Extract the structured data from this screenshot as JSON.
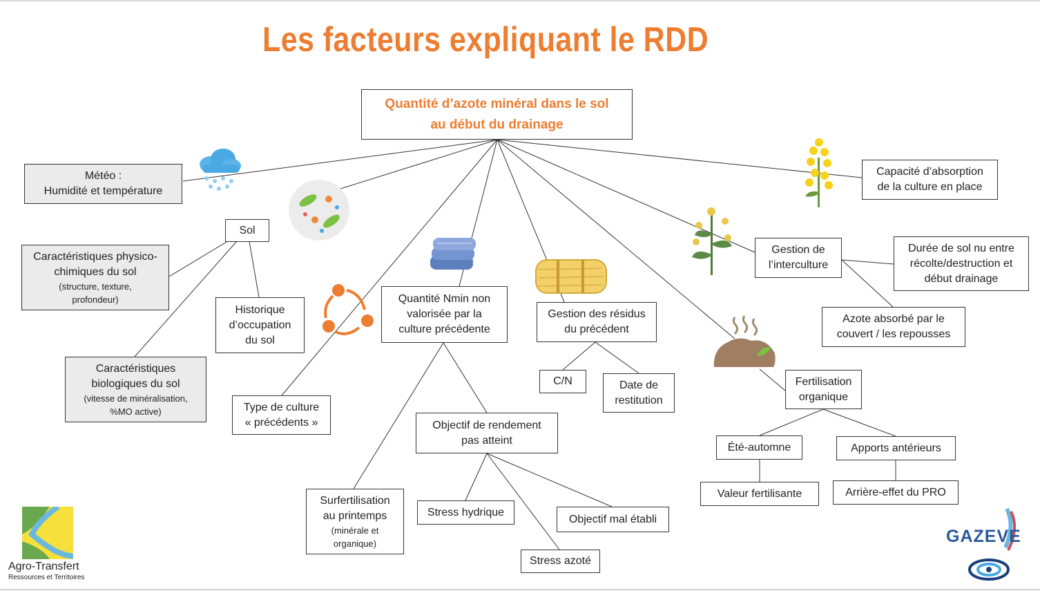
{
  "title": "Les facteurs expliquant le RDD",
  "root": {
    "line1": "Quantité d’azote minéral dans le sol",
    "line2": "au début du drainage"
  },
  "meteo": {
    "line1": "Météo :",
    "line2": "Humidité et température"
  },
  "sol": "Sol",
  "physico": {
    "line1": "Caractéristiques physico-",
    "line2": "chimiques du sol",
    "note1": "(structure, texture,",
    "note2": "profondeur)"
  },
  "historique": {
    "line1": "Historique",
    "line2": "d’occupation",
    "line3": "du sol"
  },
  "biologiques": {
    "line1": "Caractéristiques",
    "line2": "biologiques du sol",
    "note1": "(vitesse de minéralisation,",
    "note2": "%MO active)"
  },
  "type_culture": {
    "line1": "Type de culture",
    "line2": "« précédents »"
  },
  "nmin": {
    "line1": "Quantité Nmin non",
    "line2": "valorisée par la",
    "line3": "culture précédente"
  },
  "surfertilisation": {
    "line1": "Surfertilisation",
    "line2": "au printemps",
    "note1": "(minérale et",
    "note2": "organique)"
  },
  "objectif_rendement": {
    "line1": "Objectif de rendement",
    "line2": "pas atteint"
  },
  "stress_hydrique": "Stress hydrique",
  "objectif_mal": "Objectif mal établi",
  "stress_azote": "Stress azoté",
  "residus": {
    "line1": "Gestion des résidus",
    "line2": "du précédent"
  },
  "cn": "C/N",
  "date_restitution": {
    "line1": "Date de",
    "line2": "restitution"
  },
  "capacite": {
    "line1": "Capacité d’absorption",
    "line2": "de la culture en place"
  },
  "interculture": {
    "line1": "Gestion de",
    "line2": "l’interculture"
  },
  "duree_sol_nu": {
    "line1": "Durée de sol nu entre",
    "line2": "récolte/destruction et",
    "line3": "début drainage"
  },
  "azote_absorbe": {
    "line1": "Azote absorbé par le",
    "line2": "couvert / les repousses"
  },
  "fertilisation": {
    "line1": "Fertilisation",
    "line2": "organique"
  },
  "ete_automne": "Été-automne",
  "apports": "Apports antérieurs",
  "valeur_fertilisante": "Valeur fertilisante",
  "arriere_effet": "Arrière-effet du PRO",
  "logo_left": {
    "name": "Agro-Transfert",
    "tagline": "Ressources et Territoires"
  },
  "logo_right": "GAZEVE",
  "colors": {
    "accent": "#ed7d31",
    "line": "#333333",
    "grey_box": "#ebebeb"
  },
  "icons": [
    "rain-cloud-icon",
    "microbes-icon",
    "flowering-plant-icon",
    "cover-crop-icon",
    "fertilizer-bags-icon",
    "cycle-arrows-icon",
    "hay-bale-icon",
    "compost-icon"
  ]
}
